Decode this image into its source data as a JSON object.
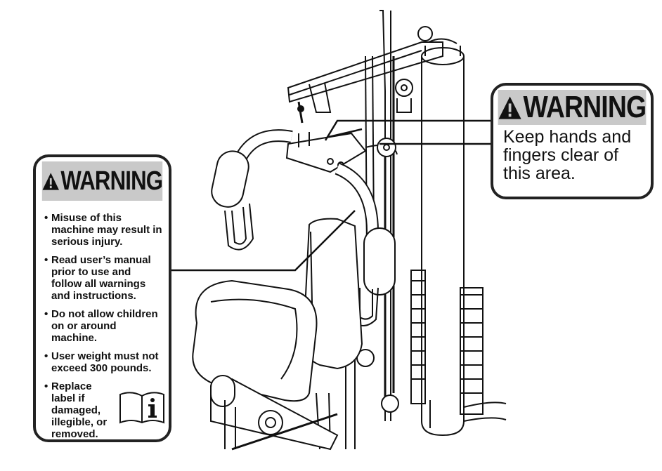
{
  "left_label": {
    "heading": "WARNING",
    "items": [
      "Misuse of this machine may result in serious injury.",
      "Read user’s manual prior to use and follow all warnings and instructions.",
      "Do not allow children on or around machine.",
      "User weight must not exceed 300 pounds.",
      "Replace label if damaged, illegible, or removed."
    ],
    "icon": "manual-info-icon"
  },
  "right_label": {
    "heading": "WARNING",
    "text": "Keep hands and\nfingers clear of\nthis area."
  },
  "illustration": "home-gym-machine-line-drawing",
  "colors": {
    "heading_band": "#c9c9c9",
    "border": "#222222"
  }
}
